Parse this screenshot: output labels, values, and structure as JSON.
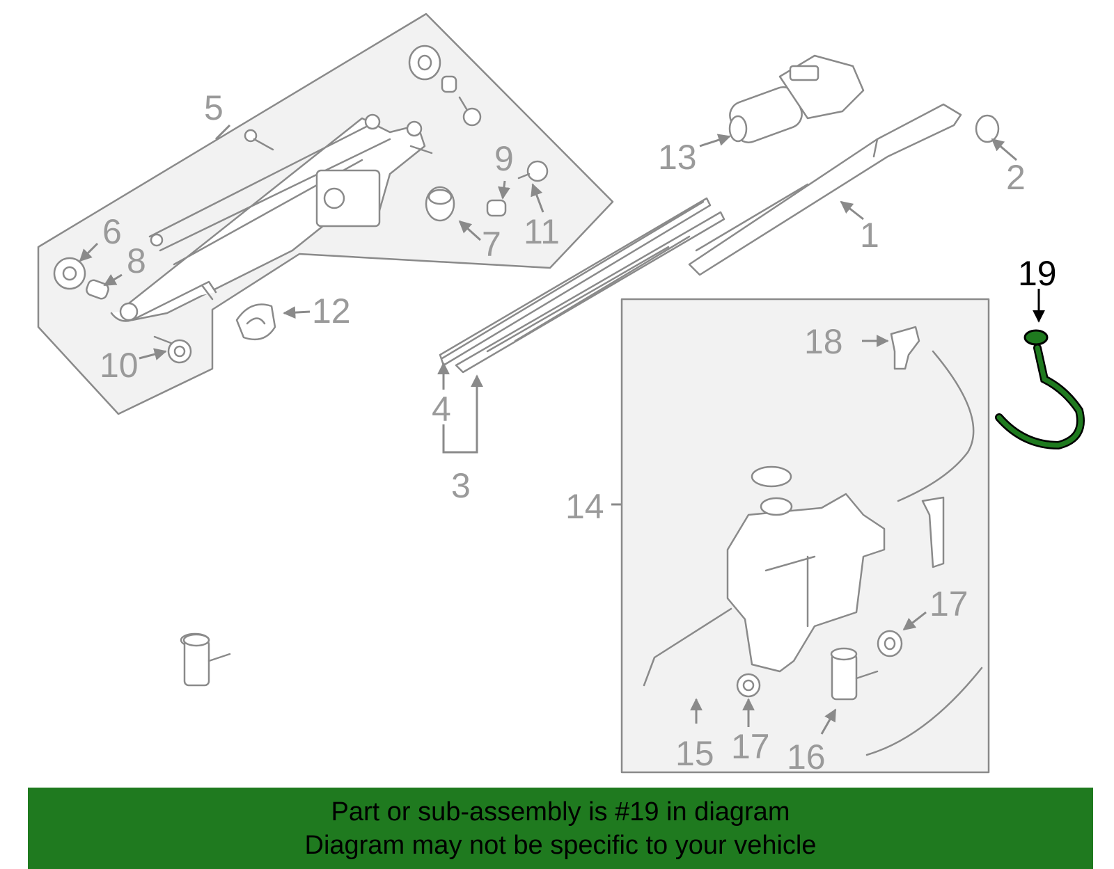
{
  "colors": {
    "highlight": "#1f7a1f",
    "part_stroke": "#8a8a8a",
    "panel_fill": "#f2f2f2",
    "callout_text": "#9a9a9a"
  },
  "callouts": {
    "c1": "1",
    "c2": "2",
    "c3": "3",
    "c4": "4",
    "c5": "5",
    "c6": "6",
    "c7": "7",
    "c8": "8",
    "c9": "9",
    "c10": "10",
    "c11": "11",
    "c12": "12",
    "c13": "13",
    "c14": "14",
    "c15": "15",
    "c16": "16",
    "c17a": "17",
    "c17b": "17",
    "c18": "18",
    "c19": "19"
  },
  "banner": {
    "line1": "Part or sub-assembly is #19 in diagram",
    "line2": "Diagram may not be specific to your vehicle"
  }
}
